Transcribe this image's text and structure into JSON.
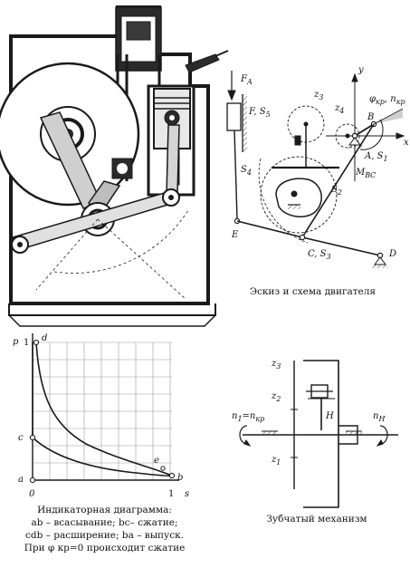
{
  "engine_section": {
    "caption": "Эскиз и схема двигателя"
  },
  "scheme_labels": {
    "F_A": "F",
    "F_A_sub": "A",
    "F_S5": "F, S",
    "F_S5_sub": "5",
    "S4": "S",
    "S4_sub": "4",
    "z3": "z",
    "z3_sub": "3",
    "z4": "z",
    "z4_sub": "4",
    "y": "y",
    "x": "x",
    "B": "B",
    "phi_n": "φ",
    "phi_sub": "кр",
    "n_kr": ", n",
    "n_kr_sub": "кр",
    "A_S1": "A, S",
    "A_S1_sub": "1",
    "M_vs": "M",
    "M_vs_sub": "ВС",
    "S2": "S",
    "S2_sub": "2",
    "E": "E",
    "C_S3": "C, S",
    "C_S3_sub": "3",
    "D": "D"
  },
  "indicator": {
    "p_axis": "p",
    "p_one": "1",
    "d": "d",
    "c": "c",
    "a": "a",
    "zero": "0",
    "one": "1",
    "s_axis": "s",
    "e": "e",
    "b": "b",
    "caption_lines": [
      "Индикаторная диаграмма:",
      "ab – всасывание; bc– сжатие;",
      "cdb – расширение; ba – выпуск.",
      "При φ кр=0 происходит сжатие"
    ]
  },
  "gear": {
    "z3": "z",
    "z3_sub": "3",
    "z2": "z",
    "z2_sub": "2",
    "z1": "z",
    "z1_sub": "1",
    "H": "H",
    "n1": "n",
    "n1_sub": "1",
    "n1_eq": "=n",
    "n1_eq_sub": "кр",
    "nH": "n",
    "nH_sub": "H",
    "caption": "Зубчатый механизм"
  },
  "colors": {
    "ink": "#1a1a1a",
    "grid": "#9a9a9a",
    "hatch": "#555555"
  }
}
